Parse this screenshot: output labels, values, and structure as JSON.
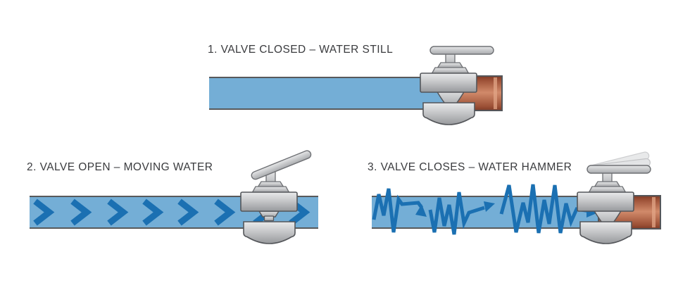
{
  "diagram": {
    "background_color": "#FFFFFF",
    "panels": [
      {
        "label": "1. VALVE CLOSED – WATER STILL"
      },
      {
        "label": "2. VALVE OPEN – MOVING WATER"
      },
      {
        "label": "3. VALVE CLOSES – WATER HAMMER"
      }
    ],
    "colors": {
      "water_pipe": "#74AED6",
      "flow_arrow": "#1B70B2",
      "copper_pipe": "#D18A6A",
      "copper_pipe_dark": "#7E3A26",
      "valve_metal_light": "#E9EAEB",
      "valve_metal_dark": "#97999C",
      "outline": "#54565A",
      "title_text": "#3A3B3E"
    }
  }
}
